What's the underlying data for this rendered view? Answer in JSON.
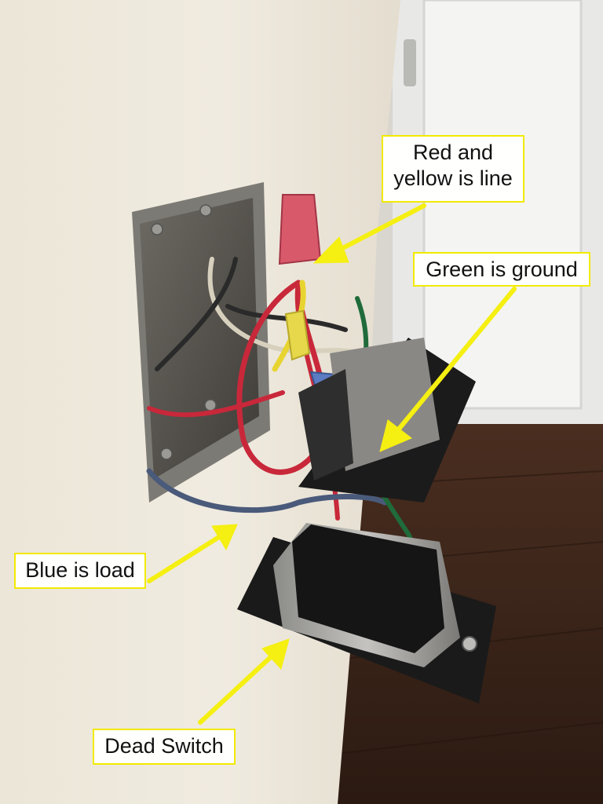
{
  "labels": {
    "line": [
      "Red and",
      "yellow is line"
    ],
    "ground": "Green is ground",
    "load": "Blue is load",
    "dead": "Dead Switch"
  },
  "colors": {
    "wall": "#ece7db",
    "floor": "#3a2418",
    "door": "#f3f3f2",
    "arrow": "#f5ef12",
    "red_wire": "#c8283a",
    "yellow_wire": "#e8d430",
    "green_wire": "#1f6b3a",
    "blue_wire": "#4a5a7a",
    "black_wire": "#2a2a2a",
    "white_wire": "#d6d0bd"
  }
}
